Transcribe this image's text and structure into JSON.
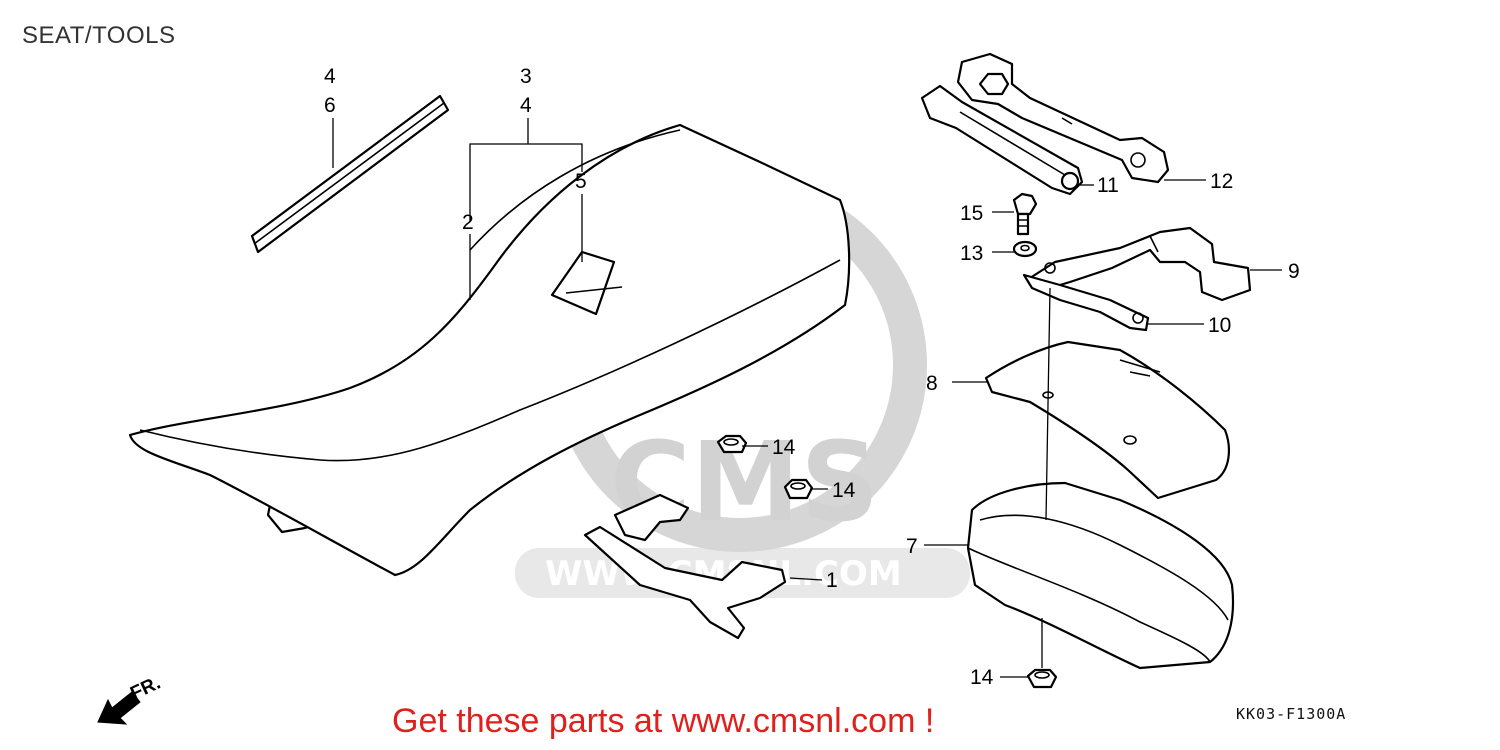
{
  "title": "SEAT/TOOLS",
  "footer": {
    "link_text": "Get these parts at www.cmsnl.com !"
  },
  "diagram_code": "KK03-F1300A",
  "direction_label": "FR.",
  "watermark": {
    "logo_text": "CMS",
    "url_text": "WWW.CMSNL.COM"
  },
  "callouts": {
    "c1": "1",
    "c2": "2",
    "c3": "3",
    "c4a": "4",
    "c4b": "4",
    "c5": "5",
    "c6": "6",
    "c7": "7",
    "c8": "8",
    "c9": "9",
    "c10": "10",
    "c11": "11",
    "c12": "12",
    "c13": "13",
    "c14a": "14",
    "c14b": "14",
    "c14c": "14",
    "c15": "15"
  },
  "colors": {
    "footer_text": "#e0201c",
    "watermark": "#d6d6d6",
    "lines": "#000000"
  }
}
